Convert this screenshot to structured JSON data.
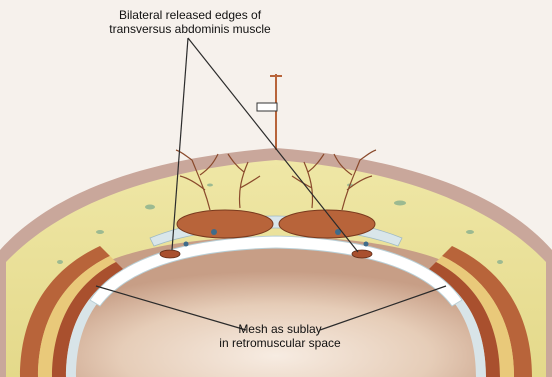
{
  "callouts": {
    "top": {
      "line1": "Bilateral released edges of",
      "line2": "transversus abdominis muscle"
    },
    "bottom": {
      "line1": "Mesh as sublay",
      "line2": "in retromuscular space"
    }
  },
  "colors": {
    "background": "#f6f1ec",
    "skin": "#c9a79b",
    "subcutaneous_fat": "#ece3a0",
    "rectus_muscle": "#b8643a",
    "fascia": "#d9e6ea",
    "mesh": "#ffffff",
    "vessels": "#8a4a2c",
    "peritoneal_cavity": "#e9d6c6",
    "callout_lines": "#2b2b2b"
  }
}
